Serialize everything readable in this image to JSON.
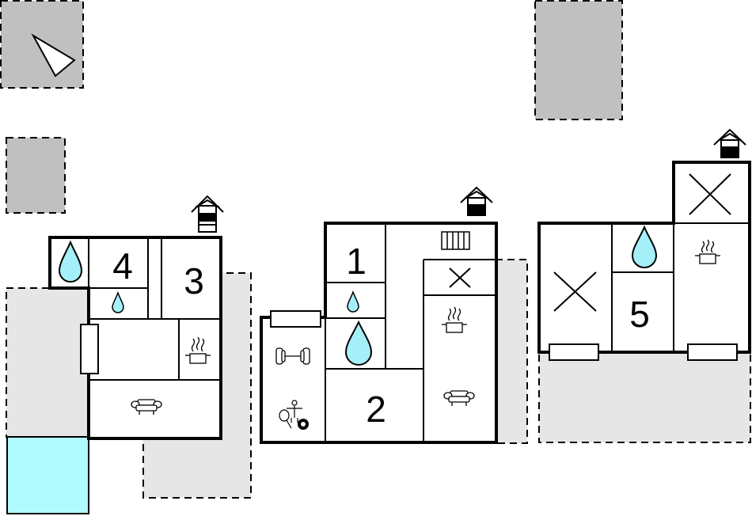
{
  "floorplan": {
    "rooms": [
      {
        "id": "room-1",
        "label": "1"
      },
      {
        "id": "room-2",
        "label": "2"
      },
      {
        "id": "room-3",
        "label": "3"
      },
      {
        "id": "room-4",
        "label": "4"
      },
      {
        "id": "room-5",
        "label": "5"
      }
    ],
    "icons": [
      "compass-arrow-icon",
      "house-icon",
      "bathroom-drop-icon",
      "shower-drop-icon",
      "kitchen-pot-icon",
      "living-sofa-icon",
      "bedroom-cross-icon",
      "fitness-dumbbell-icon",
      "table-tennis-icon",
      "billiards-ball-icon",
      "foosball-icon",
      "radiator-icon",
      "window-icon"
    ],
    "colors": {
      "wall": "#000000",
      "outdoor_grey": "#c0c0c0",
      "terrace": "#e6e6e6",
      "pool": "#b0fbff",
      "water_drop": "#a5f0f8",
      "background": "#ffffff"
    }
  }
}
